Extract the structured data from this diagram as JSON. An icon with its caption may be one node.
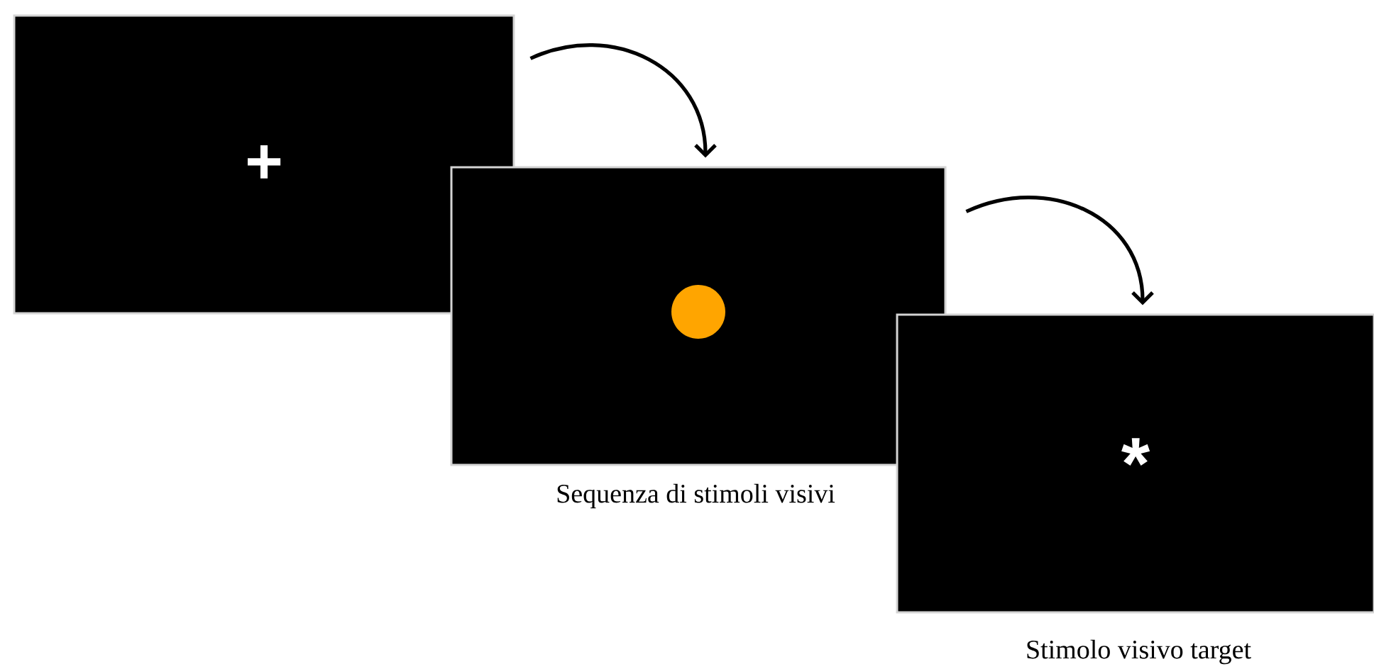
{
  "diagram": {
    "nodes": [
      {
        "text": [
          "+"
        ]
      },
      {
        "text": [],
        "shape": "box",
        "beside": [
          "Sequenza di stimoli visivi"
        ]
      },
      {
        "text": [
          "*"
        ],
        "beside": [
          "Stimolo visivo target"
        ]
      }
    ],
    "edges": [
      {
        "from": 0,
        "to": 1,
        "arrow": "to"
      },
      {
        "from": 1,
        "to": 2,
        "arrow": "to"
      }
    ]
  }
}
